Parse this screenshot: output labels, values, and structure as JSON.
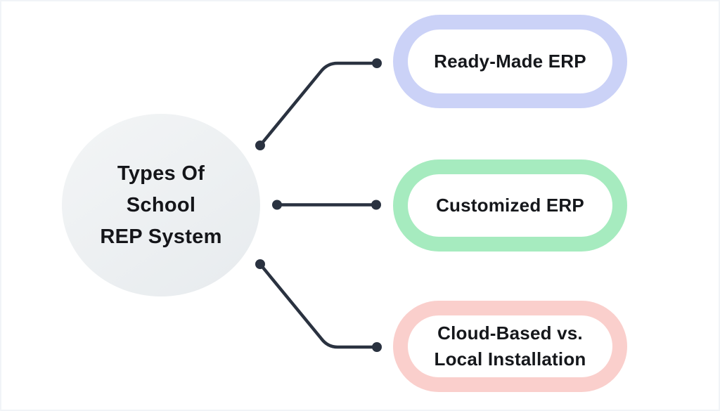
{
  "diagram": {
    "background_color": "#FFFFFF",
    "connector_color": "#2A3240",
    "text_color": "#141519",
    "center": {
      "lines": [
        "Types Of",
        "School",
        "REP System"
      ],
      "fill_gradient_start": "#F3F5F6",
      "fill_gradient_end": "#E7EBEE"
    },
    "nodes": [
      {
        "lines": [
          "Ready-Made ERP"
        ],
        "border_color": "#CBD2F7",
        "fill_color": "#FFFFFF"
      },
      {
        "lines": [
          "Customized ERP"
        ],
        "border_color": "#A6EBBF",
        "fill_color": "#FFFFFF"
      },
      {
        "lines": [
          "Cloud-Based vs.",
          "Local Installation"
        ],
        "border_color": "#FACFCC",
        "fill_color": "#FFFFFF"
      }
    ]
  }
}
